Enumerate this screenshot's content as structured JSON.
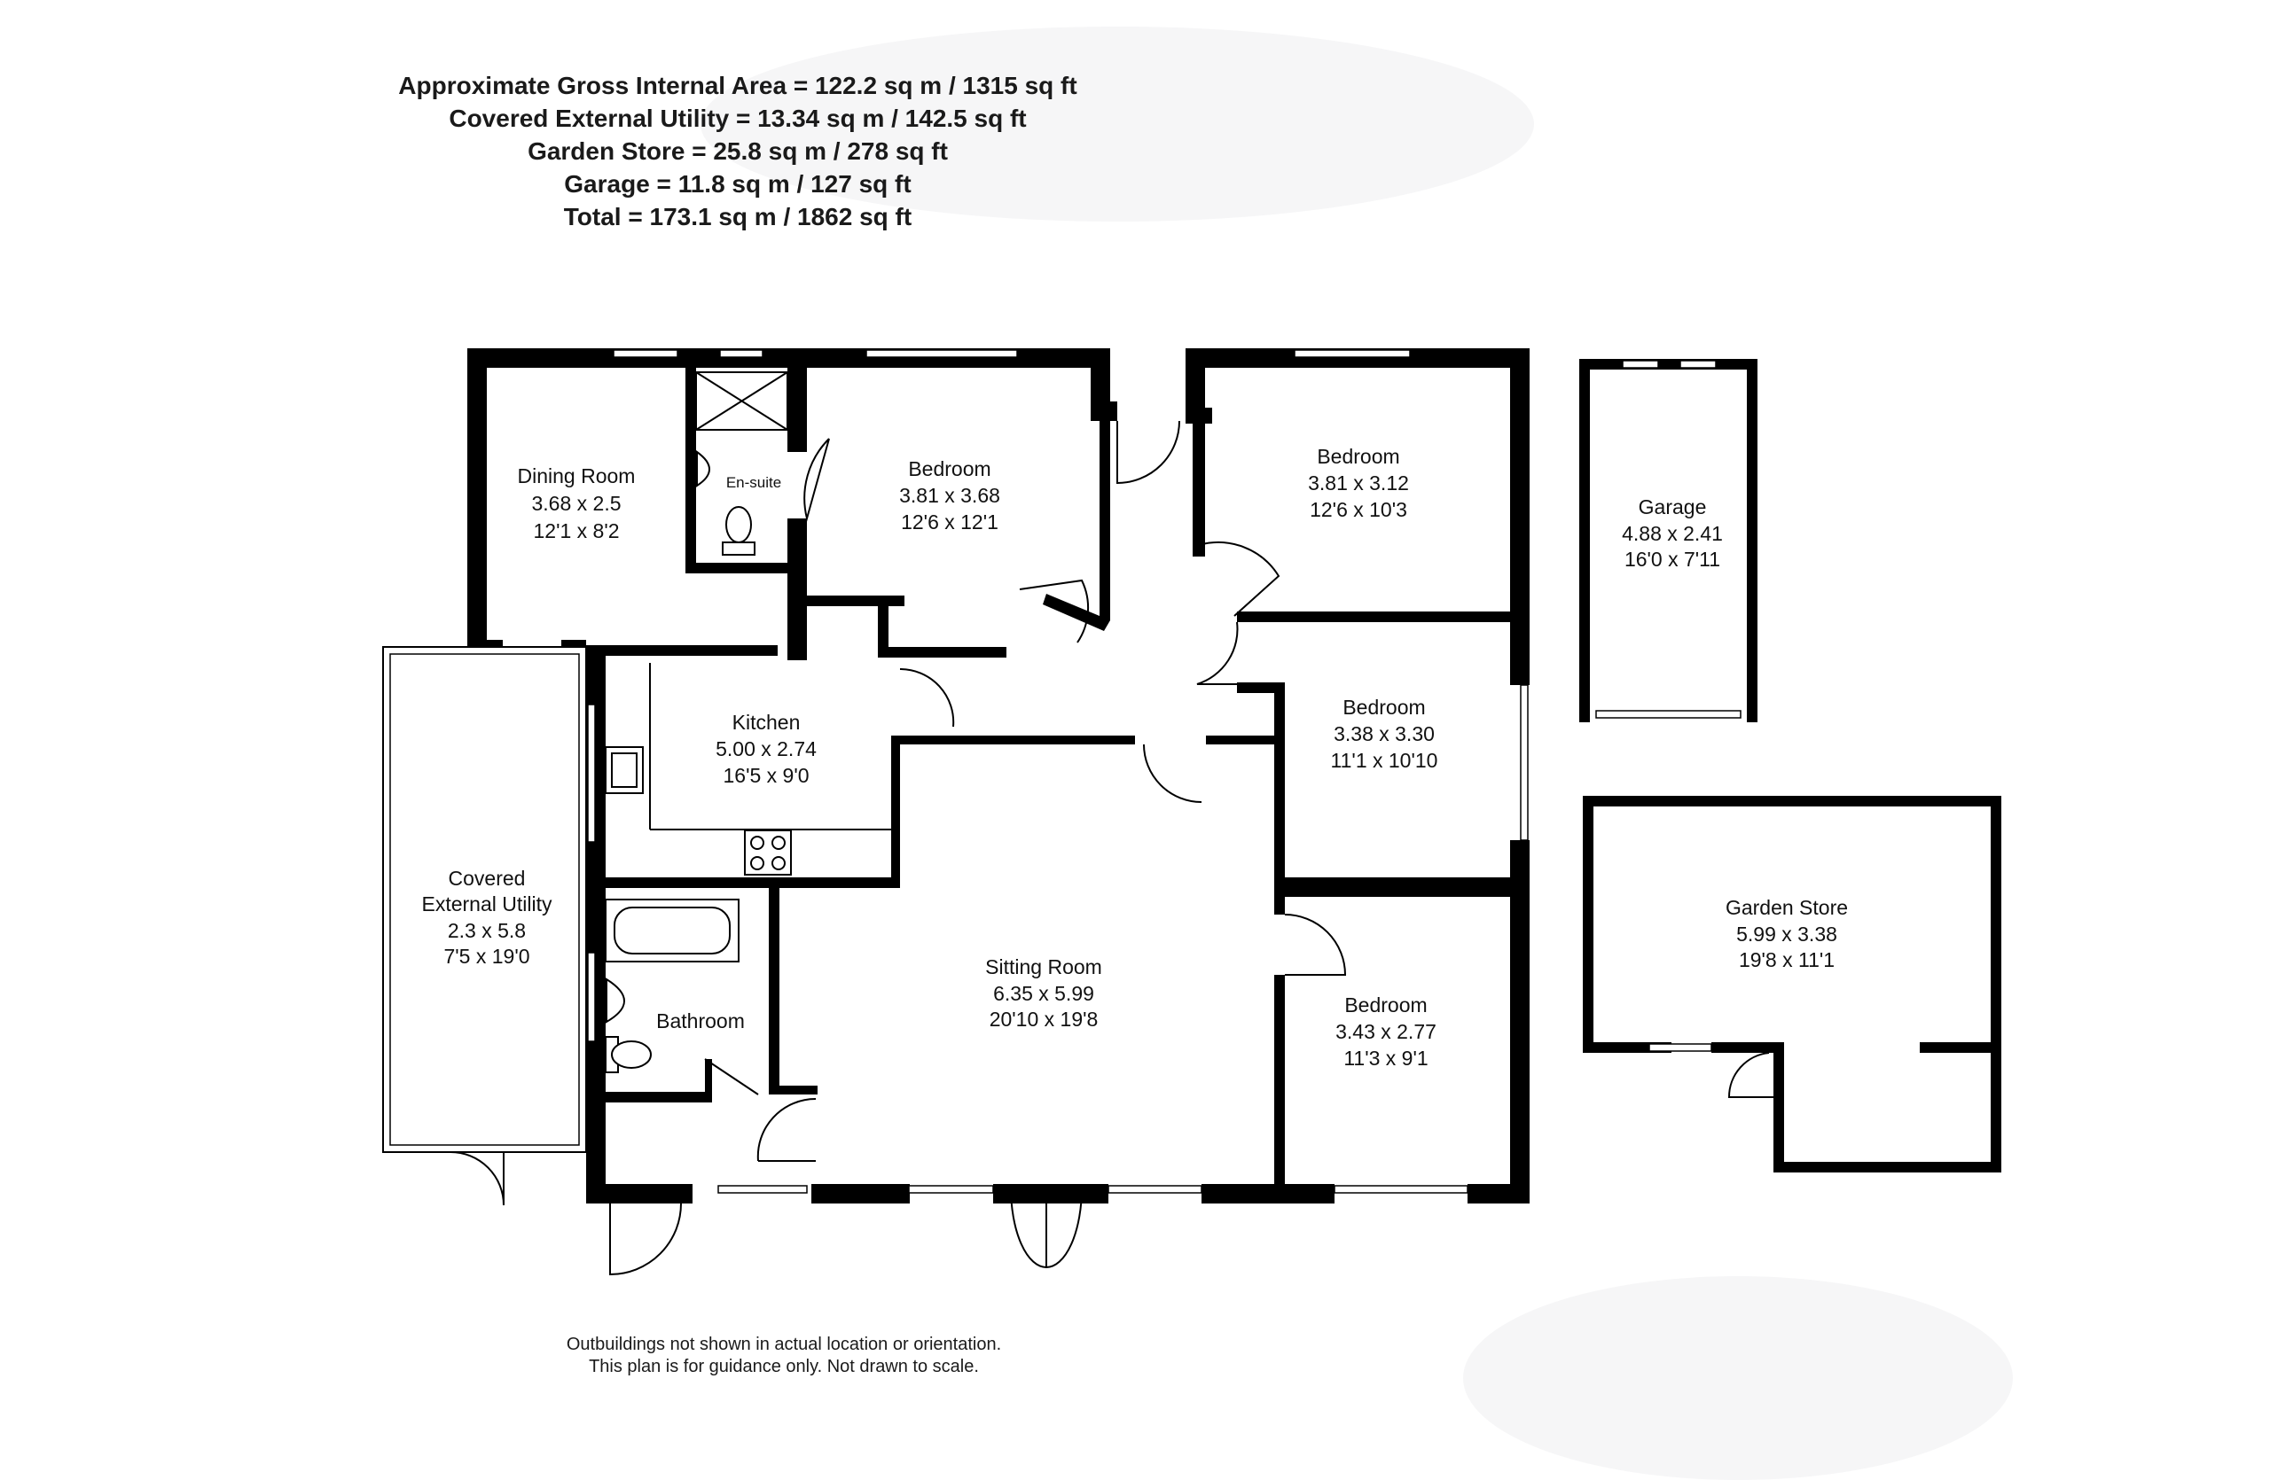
{
  "header": {
    "lines": [
      "Approximate Gross Internal Area = 122.2 sq m / 1315 sq ft",
      "Covered External Utility = 13.34 sq m / 142.5 sq ft",
      "Garden Store = 25.8 sq m / 278 sq ft",
      "Garage = 11.8 sq m / 127 sq ft",
      "Total = 173.1 sq m / 1862 sq ft"
    ]
  },
  "rooms": {
    "dining": {
      "name": "Dining Room",
      "metric": "3.68 x 2.5",
      "imperial": "12'1 x 8'2"
    },
    "ensuite": {
      "name": "En-suite"
    },
    "bedroom1": {
      "name": "Bedroom",
      "metric": "3.81 x 3.68",
      "imperial": "12'6 x 12'1"
    },
    "bedroom2": {
      "name": "Bedroom",
      "metric": "3.81 x 3.12",
      "imperial": "12'6 x 10'3"
    },
    "bedroom3": {
      "name": "Bedroom",
      "metric": "3.38 x 3.30",
      "imperial": "11'1 x 10'10"
    },
    "bedroom4": {
      "name": "Bedroom",
      "metric": "3.43 x 2.77",
      "imperial": "11'3 x 9'1"
    },
    "kitchen": {
      "name": "Kitchen",
      "metric": "5.00 x 2.74",
      "imperial": "16'5 x 9'0"
    },
    "utility": {
      "name1": "Covered",
      "name2": "External Utility",
      "metric": "2.3 x 5.8",
      "imperial": "7'5 x 19'0"
    },
    "bathroom": {
      "name": "Bathroom"
    },
    "sitting": {
      "name": "Sitting Room",
      "metric": "6.35 x 5.99",
      "imperial": "20'10 x 19'8"
    },
    "garage": {
      "name": "Garage",
      "metric": "4.88 x 2.41",
      "imperial": "16'0 x 7'11"
    },
    "store": {
      "name": "Garden Store",
      "metric": "5.99 x 3.38",
      "imperial": "19'8 x 11'1"
    }
  },
  "footer": {
    "line1": "Outbuildings not shown in actual location or orientation.",
    "line2": "This plan is for guidance only. Not drawn to scale."
  },
  "colors": {
    "wall": "#000000",
    "background": "#ffffff"
  }
}
